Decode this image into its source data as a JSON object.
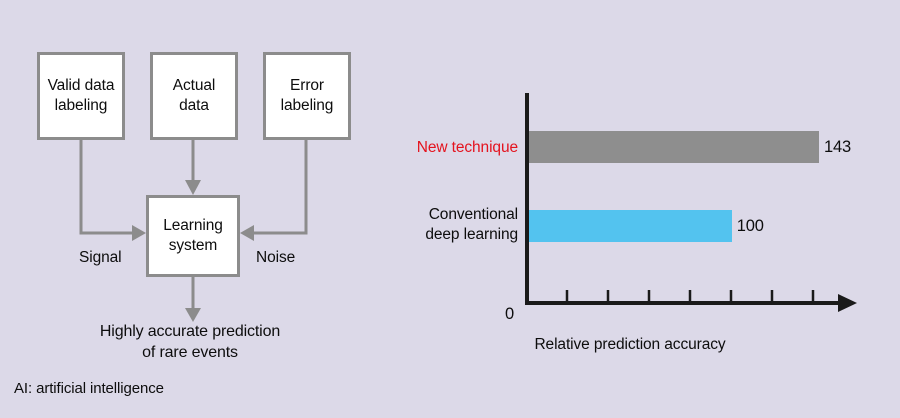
{
  "background_color": "#dcd9e8",
  "diagram": {
    "nodes": [
      {
        "id": "valid-data-labeling",
        "line1": "Valid data",
        "line2": "labeling"
      },
      {
        "id": "actual-data",
        "line1": "Actual",
        "line2": "data"
      },
      {
        "id": "error-labeling",
        "line1": "Error",
        "line2": "labeling"
      },
      {
        "id": "learning-system",
        "line1": "Learning",
        "line2": "system"
      }
    ],
    "edge_labels": {
      "signal": "Signal",
      "noise": "Noise"
    },
    "outcome": {
      "line1": "Highly accurate prediction",
      "line2": "of rare events"
    },
    "footnote": "AI: artificial intelligence",
    "box_border_color": "#8c8c8c",
    "box_fill_color": "#ffffff",
    "connector_color": "#8c8c8c"
  },
  "chart_data": {
    "type": "bar",
    "orientation": "horizontal",
    "title": "",
    "xlabel": "Relative prediction accuracy",
    "ylabel": "",
    "categories": [
      "New technique",
      "Conventional deep learning"
    ],
    "values": [
      143,
      100
    ],
    "value_labels": [
      "143",
      "100"
    ],
    "bar_colors": [
      "#8e8e8e",
      "#53c3ef"
    ],
    "category_label_colors": [
      "#e4131e",
      "#0d0d0d"
    ],
    "axis_origin_label": "0",
    "xlim": [
      0,
      200
    ],
    "tick_count": 8,
    "tick_interval": 20,
    "grid": false,
    "legend": "none",
    "axis_color": "#1a1a1a",
    "category_label_lines": [
      [
        "New technique"
      ],
      [
        "Conventional",
        "deep learning"
      ]
    ]
  }
}
